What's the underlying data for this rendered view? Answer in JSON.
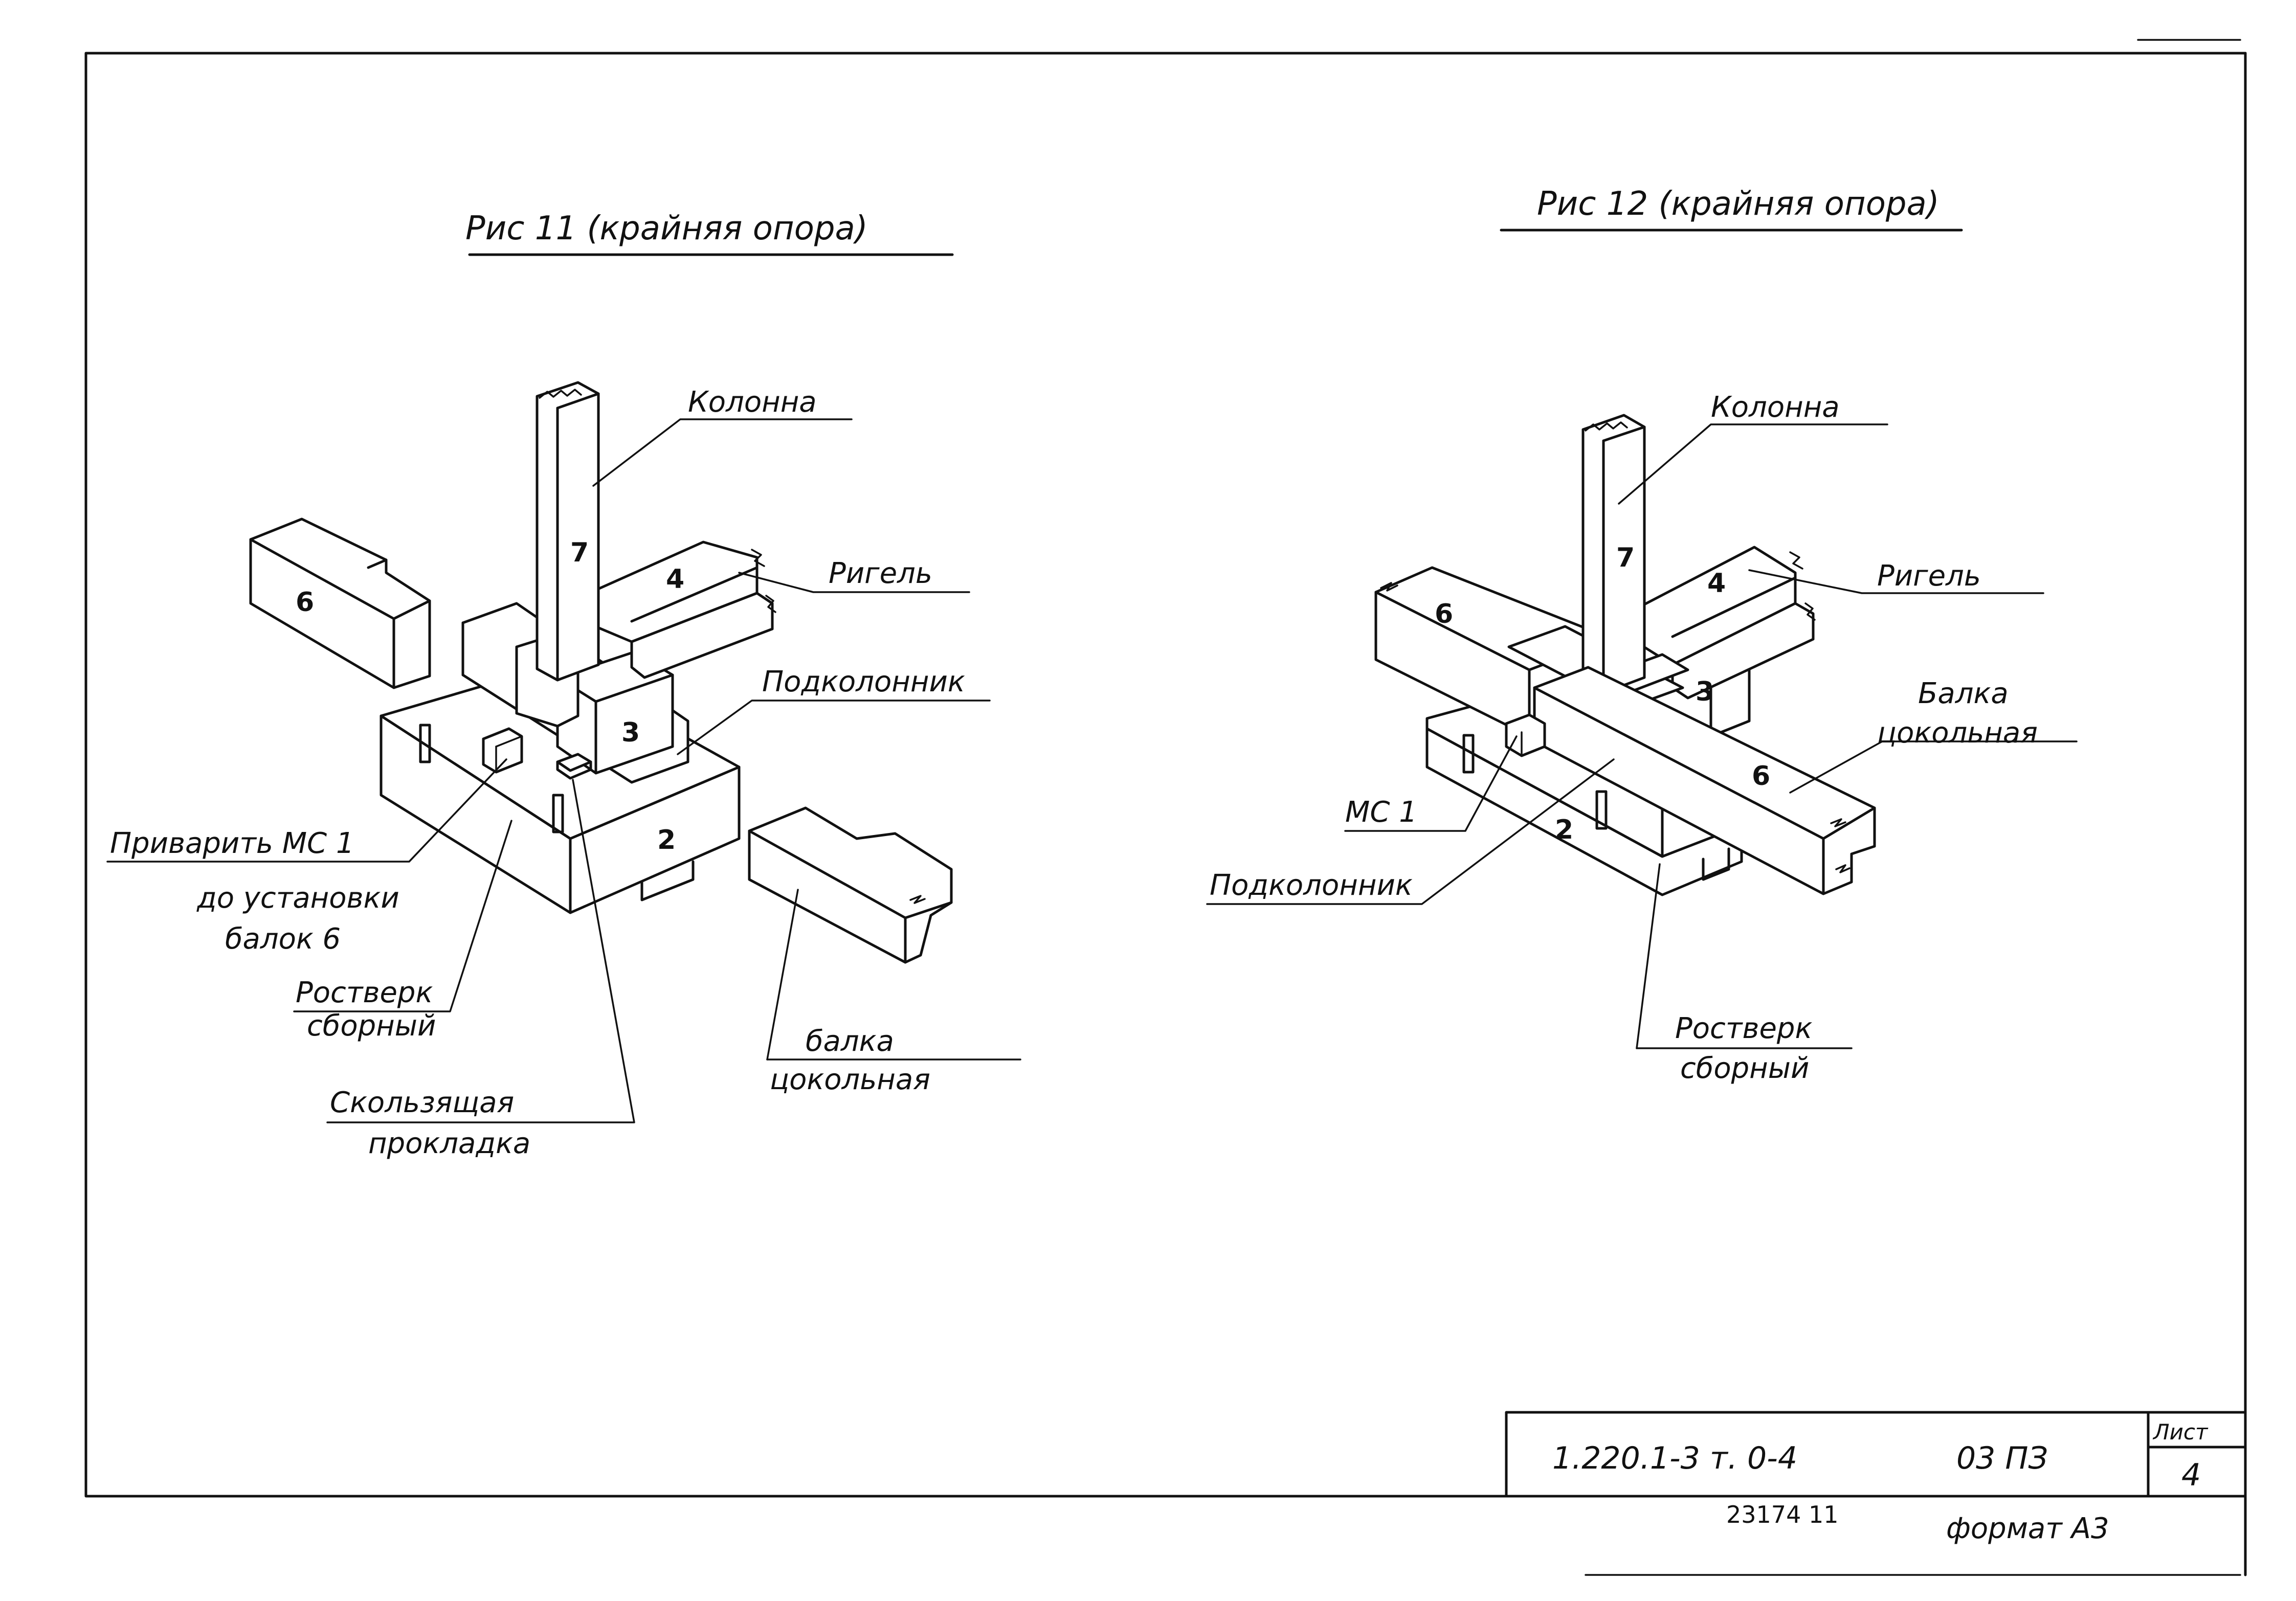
{
  "figure_left": {
    "title": "Рис 11 (крайняя опора)",
    "labels": {
      "column": "Колонна",
      "crossbar": "Ригель",
      "subcolumn": "Подколонник",
      "weld_line1": "Приварить МС 1",
      "weld_line2": "до установки",
      "weld_line3": "балок 6",
      "grillage_line1": "Ростверк",
      "grillage_line2": "сборный",
      "pad_line1": "Скользящая",
      "pad_line2": "прокладка",
      "beam_line1": "балка",
      "beam_line2": "цокольная"
    },
    "marks": {
      "m7": "7",
      "m4": "4",
      "m6": "6",
      "m3": "3",
      "m2": "2"
    }
  },
  "figure_right": {
    "title": "Рис 12 (крайняя опора)",
    "labels": {
      "column": "Колонна",
      "crossbar": "Ригель",
      "beam_line1": "Балка",
      "beam_line2": "цокольная",
      "mc": "МС 1",
      "subcolumn": "Подколонник",
      "grillage_line1": "Ростверк",
      "grillage_line2": "сборный"
    },
    "marks": {
      "m7": "7",
      "m4": "4",
      "m6a": "6",
      "m6b": "6",
      "m3": "3",
      "m2": "2"
    }
  },
  "title_block": {
    "designation": "1.220.1-3 т. 0-4",
    "volume": "03 ПЗ",
    "sheet_label": "Лист",
    "sheet_number": "4",
    "inventory": "23174 11",
    "format": "формат А3"
  }
}
